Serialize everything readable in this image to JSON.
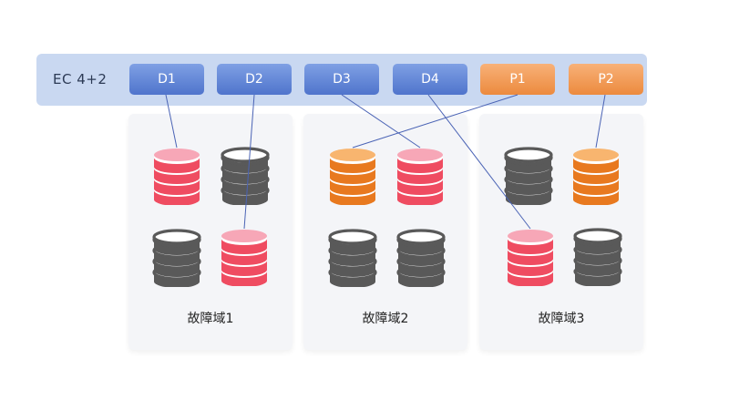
{
  "ec_scheme": "EC 4+2",
  "chunks": [
    {
      "label": "D1",
      "kind": "data"
    },
    {
      "label": "D2",
      "kind": "data"
    },
    {
      "label": "D3",
      "kind": "data"
    },
    {
      "label": "D4",
      "kind": "data"
    },
    {
      "label": "P1",
      "kind": "parity"
    },
    {
      "label": "P2",
      "kind": "parity"
    }
  ],
  "fault_domains": [
    {
      "label": "故障域1"
    },
    {
      "label": "故障域2"
    },
    {
      "label": "故障域3"
    }
  ],
  "colors": {
    "data_chunk": "#5b7fd4",
    "parity_chunk": "#ef9148",
    "disk_data": "#ee4b5f",
    "disk_parity": "#ea7a20",
    "disk_unused": "#555555",
    "link_line": "#4a63b5",
    "ec_bar": "#c9d8f1"
  }
}
